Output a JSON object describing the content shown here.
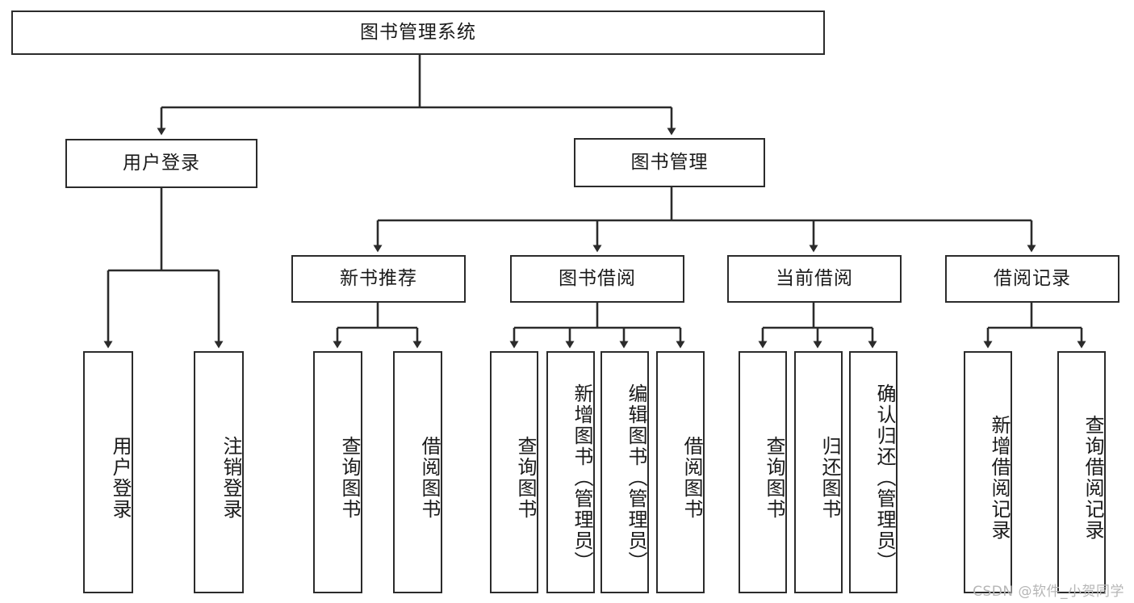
{
  "diagram": {
    "type": "tree-hierarchy",
    "title": "图书管理系统",
    "root": {
      "id": "root",
      "label": "图书管理系统"
    },
    "level1": [
      {
        "id": "user-login",
        "label": "用户登录"
      },
      {
        "id": "book-manage",
        "label": "图书管理"
      }
    ],
    "level2": [
      {
        "id": "new-book-rec",
        "label": "新书推荐",
        "parent": "book-manage"
      },
      {
        "id": "book-borrow",
        "label": "图书借阅",
        "parent": "book-manage"
      },
      {
        "id": "current-borrow",
        "label": "当前借阅",
        "parent": "book-manage"
      },
      {
        "id": "borrow-record",
        "label": "借阅记录",
        "parent": "book-manage"
      }
    ],
    "leaves": [
      {
        "id": "leaf-user-login",
        "label": "用户登录",
        "parent": "user-login"
      },
      {
        "id": "leaf-user-logout",
        "label": "注销登录",
        "parent": "user-login"
      },
      {
        "id": "leaf-rec-query",
        "label": "查询图书",
        "parent": "new-book-rec"
      },
      {
        "id": "leaf-rec-borrow",
        "label": "借阅图书",
        "parent": "new-book-rec"
      },
      {
        "id": "leaf-borrow-query",
        "label": "查询图书",
        "parent": "book-borrow"
      },
      {
        "id": "leaf-borrow-add",
        "label": "新增图书（管理员）",
        "parent": "book-borrow"
      },
      {
        "id": "leaf-borrow-edit",
        "label": "编辑图书（管理员）",
        "parent": "book-borrow"
      },
      {
        "id": "leaf-borrow-lend",
        "label": "借阅图书",
        "parent": "book-borrow"
      },
      {
        "id": "leaf-cur-query",
        "label": "查询图书",
        "parent": "current-borrow"
      },
      {
        "id": "leaf-cur-return",
        "label": "归还图书",
        "parent": "current-borrow"
      },
      {
        "id": "leaf-cur-confirm",
        "label": "确认归还（管理员）",
        "parent": "current-borrow"
      },
      {
        "id": "leaf-rec-add",
        "label": "新增借阅记录",
        "parent": "borrow-record"
      },
      {
        "id": "leaf-rec-search",
        "label": "查询借阅记录",
        "parent": "borrow-record"
      }
    ],
    "watermark": "CSDN @软件_小贺同学",
    "colors": {
      "stroke": "#2b2b2b",
      "fill": "#ffffff",
      "text": "#1a1a1a",
      "watermark": "#b6b6b6"
    }
  }
}
